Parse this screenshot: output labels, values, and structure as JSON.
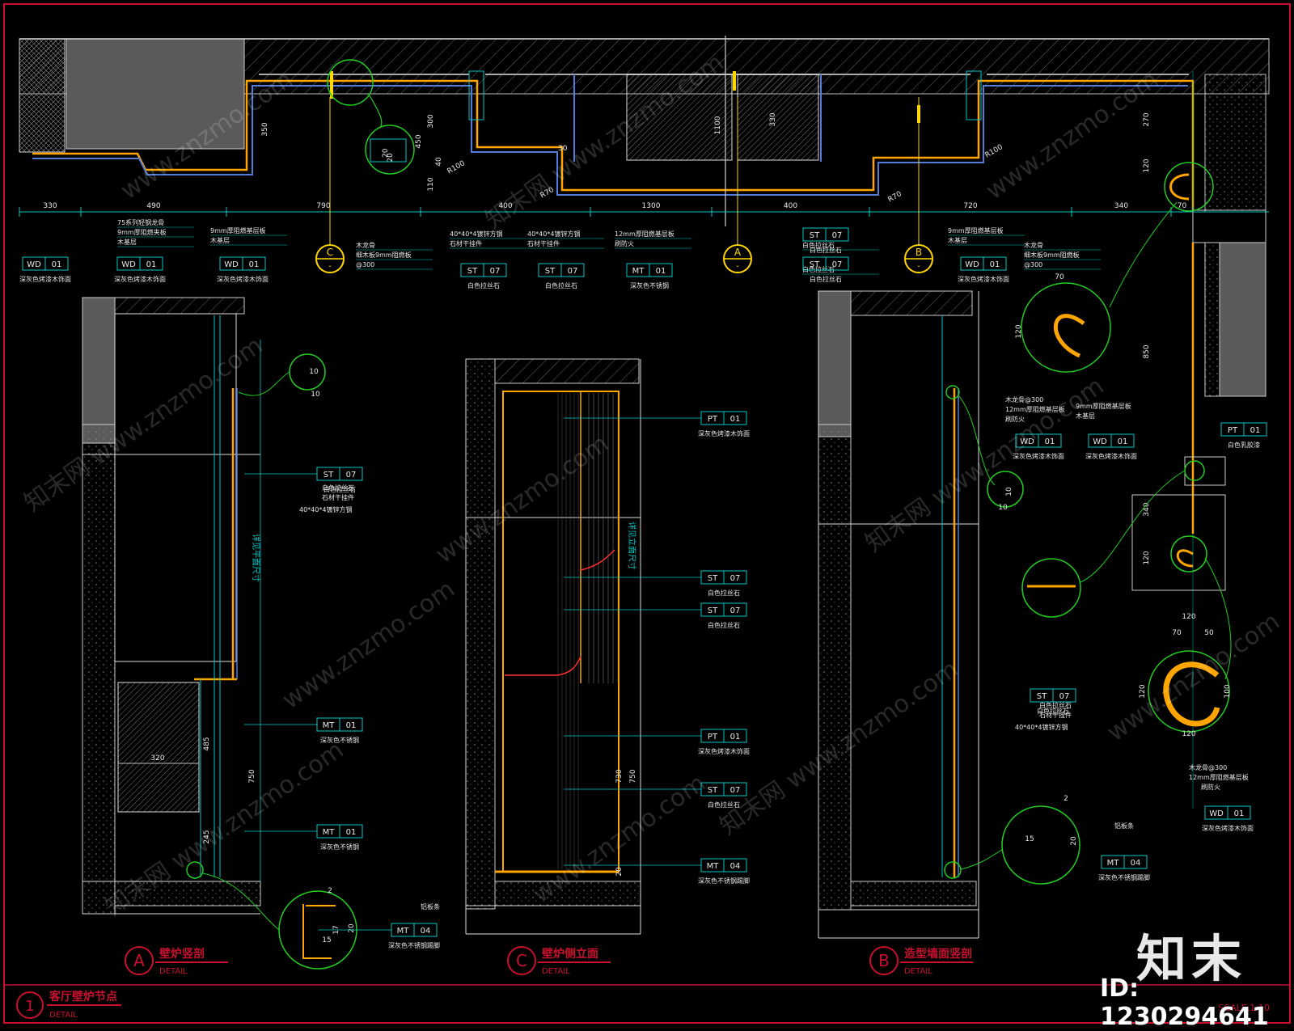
{
  "colors": {
    "frame": "#c8102e",
    "wall": "#d0d0d0",
    "line": "#00c8c8",
    "accent": "#ffa500",
    "yellow": "#ffd700",
    "green": "#22cc22",
    "white": "#ffffff",
    "text": "#e8e8e8",
    "gray": "#5a5a5a",
    "blue": "#4f7dd8"
  },
  "plan": {
    "dims_bottom": [
      "330",
      "490",
      "790",
      "400",
      "1300",
      "400",
      "720",
      "340",
      "70"
    ],
    "dims_vertical": [
      "350",
      "300",
      "450",
      "110",
      "40",
      "20",
      "1100",
      "330",
      "270",
      "120",
      "850",
      "340",
      "120"
    ],
    "radii": [
      "R100",
      "R70",
      "R70",
      "R100"
    ],
    "small_dims": [
      "30",
      "20"
    ],
    "notes": [
      {
        "lines": [
          "75系列轻钢龙骨",
          "9mm厚阻燃夹板",
          "木基层"
        ]
      },
      {
        "lines": [
          "9mm厚阻燃基层板",
          "木基层"
        ]
      },
      {
        "lines": [
          "木龙骨",
          "细木板9mm阻燃板",
          "@300"
        ]
      },
      {
        "lines": [
          "40*40*4镀锌方钢",
          "石材干挂件"
        ]
      },
      {
        "lines": [
          "40*40*4镀锌方钢",
          "石材干挂件"
        ]
      },
      {
        "lines": [
          "12mm厚阻燃基层板",
          "刷防火"
        ]
      },
      {
        "lines": [
          "白色拉丝石"
        ]
      },
      {
        "lines": [
          "白色拉丝石"
        ]
      },
      {
        "lines": [
          "9mm厚阻燃基层板",
          "木基层"
        ]
      },
      {
        "lines": [
          "木龙骨",
          "细木板9mm阻燃板",
          "@300"
        ]
      }
    ],
    "tags": [
      {
        "code": "WD",
        "num": "01",
        "desc": "深灰色烤漆木饰面"
      },
      {
        "code": "WD",
        "num": "01",
        "desc": "深灰色烤漆木饰面"
      },
      {
        "code": "WD",
        "num": "01",
        "desc": "深灰色烤漆木饰面"
      },
      {
        "code": "ST",
        "num": "07",
        "desc": "白色拉丝石"
      },
      {
        "code": "ST",
        "num": "07",
        "desc": "白色拉丝石"
      },
      {
        "code": "MT",
        "num": "01",
        "desc": "深灰色不锈钢"
      },
      {
        "code": "ST",
        "num": "07",
        "desc": "白色拉丝石"
      },
      {
        "code": "ST",
        "num": "07",
        "desc": "白色拉丝石"
      },
      {
        "code": "WD",
        "num": "01",
        "desc": "深灰色烤漆木饰面"
      }
    ],
    "markers": [
      {
        "letter": "C",
        "sub": "-"
      },
      {
        "letter": "A",
        "sub": "-"
      },
      {
        "letter": "B",
        "sub": "-"
      }
    ]
  },
  "sectionA": {
    "title": "壁炉竖剖",
    "letter": "A",
    "sub": "DETAIL",
    "vtext": "详见平面尺寸",
    "dims": [
      "10",
      "10",
      "320",
      "485",
      "750",
      "245",
      "2",
      "17",
      "20",
      "15"
    ],
    "tags": [
      {
        "code": "ST",
        "num": "07",
        "desc": "白色拉丝石"
      },
      {
        "code": "MT",
        "num": "01",
        "desc": "深灰色不锈钢"
      },
      {
        "code": "MT",
        "num": "01",
        "desc": "深灰色不锈钢"
      },
      {
        "code": "MT",
        "num": "04",
        "desc": "深灰色不锈钢踢脚"
      }
    ],
    "notes": [
      "白色拉丝石",
      "石材干挂件",
      "40*40*4镀锌方钢",
      "铝板条"
    ]
  },
  "sectionC": {
    "title": "壁炉侧立面",
    "letter": "C",
    "sub": "DETAIL",
    "vtext": "详见立面尺寸",
    "dims": [
      "730",
      "750",
      "20"
    ],
    "tags": [
      {
        "code": "PT",
        "num": "01",
        "desc": "深灰色烤漆木饰面"
      },
      {
        "code": "ST",
        "num": "07",
        "desc": "白色拉丝石"
      },
      {
        "code": "ST",
        "num": "07",
        "desc": "白色拉丝石"
      },
      {
        "code": "PT",
        "num": "01",
        "desc": "深灰色烤漆木饰面"
      },
      {
        "code": "ST",
        "num": "07",
        "desc": "白色拉丝石"
      },
      {
        "code": "MT",
        "num": "04",
        "desc": "深灰色不锈钢踢脚"
      }
    ]
  },
  "sectionB": {
    "title": "造型墙面竖剖",
    "letter": "B",
    "sub": "DETAIL",
    "dims": [
      "10",
      "10",
      "15",
      "20",
      "2"
    ],
    "tags": [
      {
        "code": "WD",
        "num": "01",
        "desc": "深灰色烤漆木饰面"
      },
      {
        "code": "WD",
        "num": "01",
        "desc": "深灰色烤漆木饰面"
      },
      {
        "code": "ST",
        "num": "07",
        "desc": "白色拉丝石"
      },
      {
        "code": "MT",
        "num": "04",
        "desc": "深灰色不锈钢踢脚"
      },
      {
        "code": "WD",
        "num": "01",
        "desc": "深灰色烤漆木饰面"
      },
      {
        "code": "PT",
        "num": "01",
        "desc": "白色乳胶漆"
      }
    ],
    "notes": [
      "木龙骨@300",
      "12mm厚阻燃基层板",
      "刷防火",
      "9mm厚阻燃基层板",
      "木基层",
      "白色拉丝石",
      "石材干挂件",
      "40*40*4镀锌方钢",
      "木龙骨@300",
      "12mm厚阻燃基层板",
      "刷防火",
      "铝板条"
    ],
    "detail_dims": [
      "70",
      "120",
      "120",
      "70",
      "50",
      "120",
      "100",
      "120"
    ]
  },
  "footer": {
    "num": "1",
    "title": "客厅壁炉节点",
    "sub": "DETAIL",
    "scale": "SCALE:1:10"
  },
  "brand": "知末",
  "image_id": "ID: 1230294641",
  "watermark": "www.znzmo.com",
  "watermark2": "知末网"
}
